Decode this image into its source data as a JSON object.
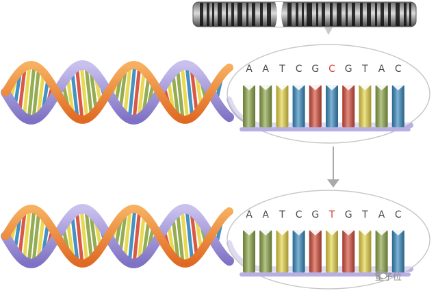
{
  "chromosome": {
    "label": "chromosome-ideogram"
  },
  "sequence_top": {
    "bases": [
      "A",
      "A",
      "T",
      "C",
      "G",
      "C",
      "G",
      "T",
      "A",
      "C"
    ],
    "mutation_index": 5
  },
  "sequence_bottom": {
    "bases": [
      "A",
      "A",
      "T",
      "C",
      "G",
      "T",
      "G",
      "T",
      "A",
      "C"
    ],
    "mutation_index": 5
  },
  "arrow": {
    "icon": "arrow-down-icon"
  },
  "watermark": {
    "text": "量子位",
    "icon": "wechat-icon"
  },
  "colors": {
    "A": "#8fa84a",
    "T": "#e8d64a",
    "C": "#3a8cc0",
    "G": "#d8503e",
    "mutation_text": "#d8423a",
    "backbone": "#a79ad6",
    "ribbon": "#f0883a"
  }
}
